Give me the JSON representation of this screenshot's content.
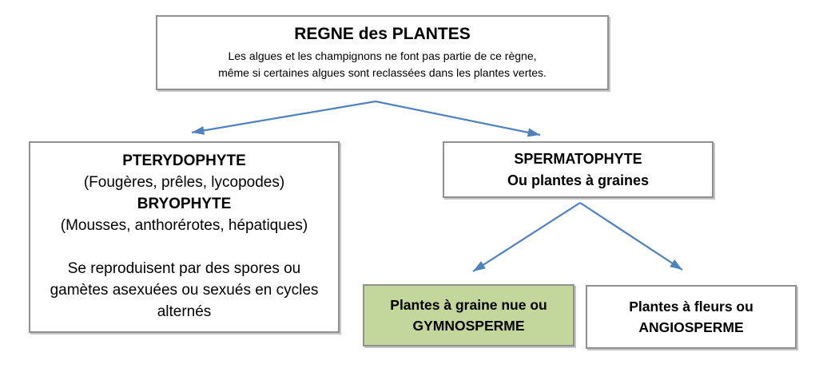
{
  "nodes": {
    "root": {
      "title": "REGNE des PLANTES",
      "subtitle_line1": "Les algues et les champignons ne font pas partie de ce règne,",
      "subtitle_line2": "même si certaines algues sont reclassées dans les plantes vertes."
    },
    "pterydophyte": {
      "heading1": "PTERYDOPHYTE",
      "examples1": "(Fougères, prêles, lycopodes)",
      "heading2": "BRYOPHYTE",
      "examples2": "(Mousses, anthorérotes, hépatiques)",
      "note": "Se reproduisent par des spores ou gamètes asexuées ou sexués en cycles alternés"
    },
    "spermatophyte": {
      "line1": "SPERMATOPHYTE",
      "line2": "Ou plantes à graines"
    },
    "gymnosperme": {
      "line1": "Plantes à graine nue ou",
      "line2": "GYMNOSPERME"
    },
    "angiosperme": {
      "line1": "Plantes à fleurs ou",
      "line2": "ANGIOSPERME"
    }
  },
  "colors": {
    "arrow": "#4F81BD",
    "box_border": "#909090",
    "highlight_fill": "#C3D69B",
    "text": "#000000"
  }
}
